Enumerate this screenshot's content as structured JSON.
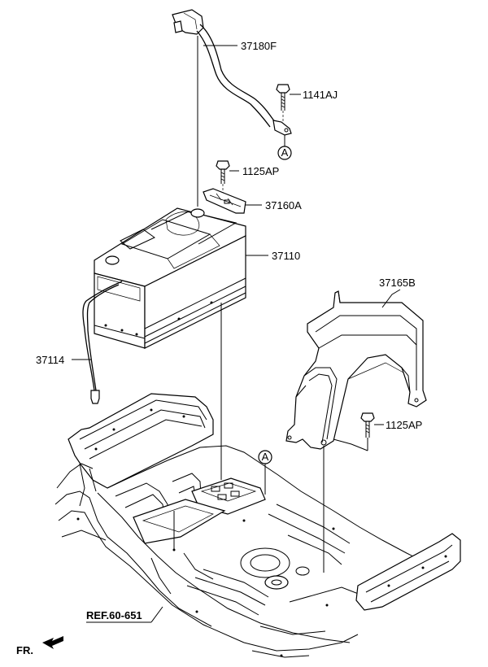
{
  "parts": {
    "cable": "37180F",
    "bolt_1141": "1141AJ",
    "bolt_1125_top": "1125AP",
    "clamp": "37160A",
    "battery": "37110",
    "tray": "37165B",
    "sensor": "37114",
    "bolt_1125_right": "1125AP"
  },
  "markers": {
    "a_top": "A",
    "a_floor": "A"
  },
  "reference": "REF.60-651",
  "direction": "FR."
}
